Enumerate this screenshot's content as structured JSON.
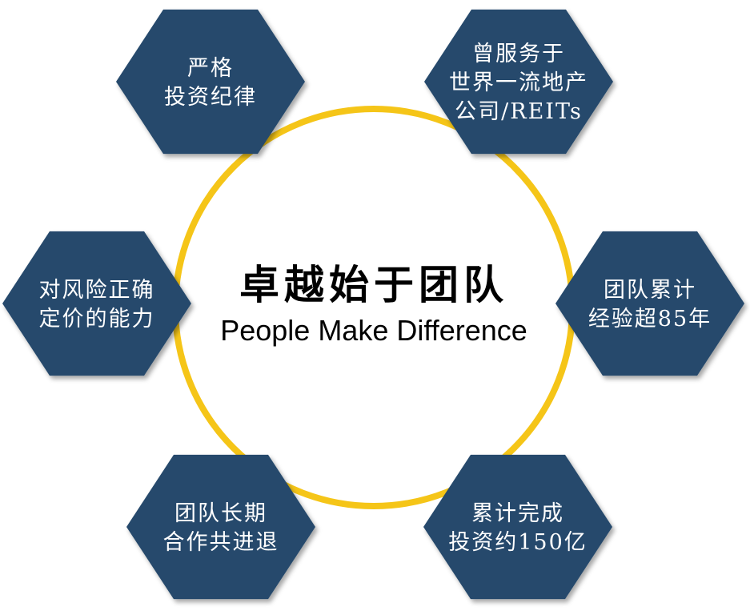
{
  "colors": {
    "ring": "#F5C518",
    "hex_fill": "#254A6C",
    "hex_text": "#FFFFFF",
    "center_text": "#000000",
    "background": "#FFFFFF"
  },
  "center": {
    "title": "卓越始于团队",
    "subtitle": "People Make Difference"
  },
  "hexagons": [
    {
      "id": "discipline",
      "lines": [
        "严格",
        "投资纪律"
      ]
    },
    {
      "id": "experience-firms",
      "lines": [
        "曾服务于",
        "世界一流地产",
        "公司/REITs"
      ]
    },
    {
      "id": "pricing-ability",
      "lines": [
        "对风险正确",
        "定价的能力"
      ]
    },
    {
      "id": "team-experience",
      "lines": [
        "团队累计",
        "经验超85年"
      ]
    },
    {
      "id": "long-term-team",
      "lines": [
        "团队长期",
        "合作共进退"
      ]
    },
    {
      "id": "investment-volume",
      "lines": [
        "累计完成",
        "投资约150亿"
      ]
    }
  ]
}
